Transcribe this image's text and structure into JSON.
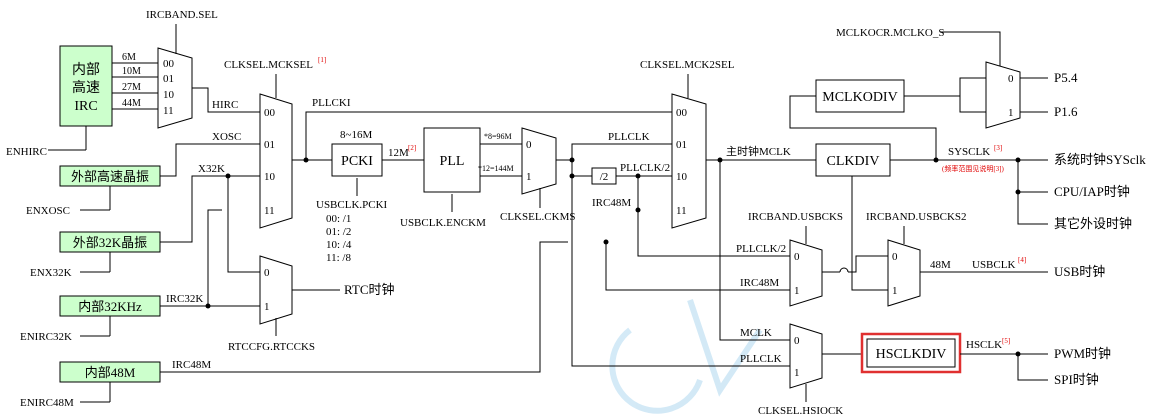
{
  "colors": {
    "green_box": "#ccffcc",
    "highlight": "#e03030",
    "watermark": "#b0d8f0"
  },
  "sources": {
    "irc_high": {
      "l1": "内部",
      "l2": "高速",
      "l3": "IRC"
    },
    "enhirc": "ENHIRC",
    "xosc": "外部高速晶振",
    "enxosc": "ENXOSC",
    "x32k": "外部32K晶振",
    "enx32k": "ENX32K",
    "irc32k": "内部32KHz",
    "enirc32k": "ENIRC32K",
    "irc48m": "内部48M",
    "enirc48m": "ENIRC48M"
  },
  "irc_freqs": [
    "6M",
    "10M",
    "27M",
    "44M"
  ],
  "mux_irc": {
    "sel": "IRCBAND.SEL",
    "inputs": [
      "00",
      "01",
      "10",
      "11"
    ]
  },
  "mux_main": {
    "sel": "CLKSEL.MCKSEL",
    "ref": "[1]",
    "inputs": [
      "00",
      "01",
      "10",
      "11"
    ],
    "hirc": "HIRC",
    "xosc": "XOSC",
    "x32k": "X32K"
  },
  "pcki": {
    "label": "PCKI",
    "range": "8~16M",
    "out": "12M",
    "ref": "[2]",
    "sel": "USBCLK.PCKI",
    "divs": [
      "00: /1",
      "01: /2",
      "10: /4",
      "11: /8"
    ]
  },
  "pllcki": "PLLCKI",
  "pll": {
    "label": "PLL",
    "o1": "*8=96M",
    "o2": "*12=144M",
    "en": "USBCLK.ENCKM"
  },
  "mux_clkms": {
    "sel": "CLKSEL.CKMS",
    "inputs": [
      "0",
      "1"
    ]
  },
  "mux_mck2": {
    "sel": "CLKSEL.MCK2SEL",
    "inputs": [
      "00",
      "01",
      "10",
      "11"
    ],
    "pllclk": "PLLCLK",
    "pllclk2": "PLLCLK/2",
    "irc48m": "IRC48M",
    "div2": "/2"
  },
  "main_clk": "主时钟MCLK",
  "clkdiv": "CLKDIV",
  "mclkodiv": "MCLKODIV",
  "mclko": {
    "sel": "MCLKOCR.MCLKO_S",
    "inputs": [
      "0",
      "1"
    ],
    "outs": [
      "P5.4",
      "P1.6"
    ]
  },
  "sysclk": {
    "label": "SYSCLK",
    "ref": "[3]",
    "note": "(频率范围见说明[3])"
  },
  "outputs": {
    "sys": "系统时钟SYSclk",
    "cpu": "CPU/IAP时钟",
    "periph": "其它外设时钟",
    "usb": "USB时钟",
    "pwm": "PWM时钟",
    "spi": "SPI时钟",
    "rtc": "RTC时钟"
  },
  "usb": {
    "sel1": "IRCBAND.USBCKS",
    "sel2": "IRCBAND.USBCKS2",
    "in1": "PLLCLK/2",
    "in2": "IRC48M",
    "freq": "48M",
    "label": "USBCLK",
    "ref": "[4]"
  },
  "rtc": {
    "sel": "RTCCFG.RTCCKS",
    "in": "IRC32K",
    "inputs": [
      "0",
      "1"
    ]
  },
  "hs": {
    "box": "HSCLKDIV",
    "in1": "MCLK",
    "in2": "PLLCLK",
    "sel": "CLKSEL.HSIOCK",
    "out": "HSCLK",
    "ref": "[5]"
  },
  "irc48m_label": "IRC48M"
}
